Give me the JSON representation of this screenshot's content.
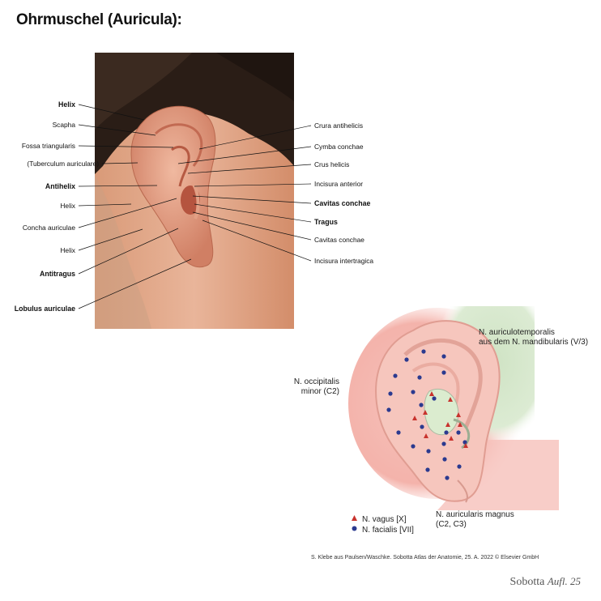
{
  "title": "Ohrmuschel (Auricula):",
  "left_labels": [
    {
      "text": "Helix",
      "bold": true
    },
    {
      "text": "Scapha",
      "bold": false
    },
    {
      "text": "Fossa triangularis",
      "bold": false
    },
    {
      "text": "(Tuberculum auriculare)",
      "bold": false
    },
    {
      "text": "Antihelix",
      "bold": true
    },
    {
      "text": "Helix",
      "bold": false
    },
    {
      "text": "Concha auriculae",
      "bold": false
    },
    {
      "text": "Helix",
      "bold": false
    },
    {
      "text": "Antitragus",
      "bold": true
    },
    {
      "text": "Lobulus auriculae",
      "bold": true
    }
  ],
  "right_labels": [
    {
      "text": "Crura antihelicis",
      "bold": false
    },
    {
      "text": "Cymba conchae",
      "bold": false
    },
    {
      "text": "Crus helicis",
      "bold": false
    },
    {
      "text": "Incisura anterior",
      "bold": false
    },
    {
      "text": "Cavitas conchae",
      "bold": true
    },
    {
      "text": "Tragus",
      "bold": true
    },
    {
      "text": "Cavitas conchae",
      "bold": false
    },
    {
      "text": "Incisura intertragica",
      "bold": false
    }
  ],
  "nerves": {
    "auriculotemporalis": "N. auriculotemporalis\naus dem N. mandibularis (V/3)",
    "occipitalis": "N. occipitalis\nminor (C2)",
    "auricularis": "N. auricularis magnus\n(C2, C3)"
  },
  "legend": [
    {
      "symbol": "triangle",
      "color": "#c8322d",
      "label": "N. vagus [X]"
    },
    {
      "symbol": "dot",
      "color": "#2b3a8f",
      "label": "N. facialis [VII]"
    }
  ],
  "credit": "S. Klebe aus Paulsen/Waschke. Sobotta Atlas der Anatomie, 25. A. 2022 © Elsevier GmbH",
  "brand": {
    "name": "Sobotta",
    "edition": "Aufl. 25"
  },
  "colors": {
    "green_zone": "#cfe3c4",
    "red_zone": "#f2b7b0",
    "vagus": "#c8322d",
    "facialis": "#2b3a8f"
  }
}
